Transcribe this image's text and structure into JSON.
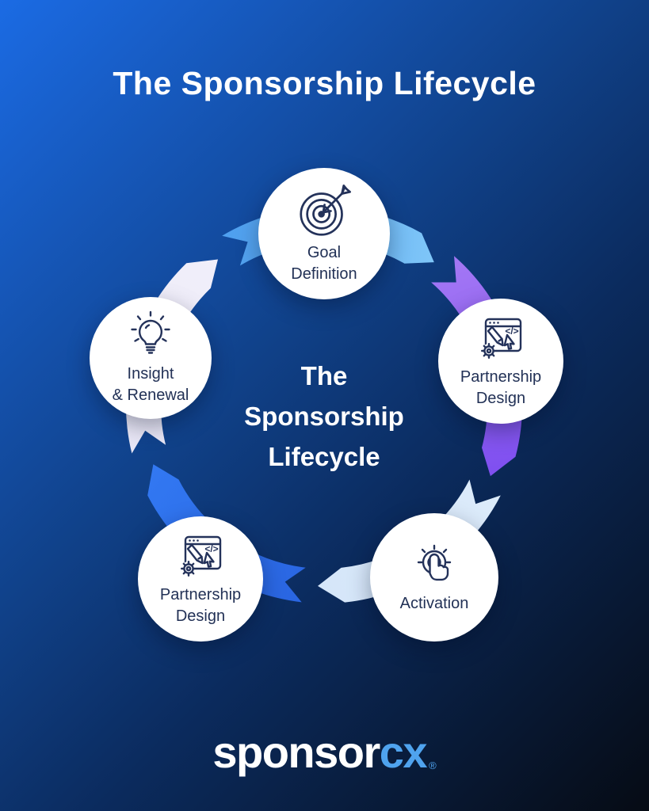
{
  "header": {
    "title": "The Sponsorship Lifecycle"
  },
  "center_label": {
    "line1": "The",
    "line2": "Sponsorship",
    "line3": "Lifecycle"
  },
  "nodes": [
    {
      "id": "goal-definition",
      "label1": "Goal",
      "label2": "Definition",
      "icon": "target-icon"
    },
    {
      "id": "partnership-design",
      "label1": "Partnership",
      "label2": "Design",
      "icon": "web-design-icon"
    },
    {
      "id": "activation",
      "label1": "Activation",
      "label2": "",
      "icon": "tap-icon"
    },
    {
      "id": "partnership-design-2",
      "label1": "Partnership",
      "label2": "Design",
      "icon": "web-design-icon"
    },
    {
      "id": "insight-renewal",
      "label1": "Insight",
      "label2": "& Renewal",
      "icon": "lightbulb-icon"
    }
  ],
  "ring": {
    "segments": [
      {
        "name": "arc-goal-definition",
        "color_start": "#4FA0EF",
        "color_end": "#7FC6F8"
      },
      {
        "name": "arc-partnership-design",
        "color_start": "#A276F4",
        "color_end": "#7F4FF0"
      },
      {
        "name": "arc-activation",
        "color_start": "#DCEBFA",
        "color_end": "#D5E6F9"
      },
      {
        "name": "arc-partnership-design-2",
        "color_start": "#2A66E2",
        "color_end": "#3278F2"
      },
      {
        "name": "arc-insight-renewal",
        "color_start": "#E9E7F6",
        "color_end": "#F1EFFA"
      }
    ]
  },
  "logo": {
    "part1": "sponsor",
    "part2": "cx",
    "trademark": "®"
  },
  "colors": {
    "background_top_left": "#1B6BE4",
    "background_bottom_right": "#060B14",
    "circle_fill": "#FFFFFF",
    "icon_line": "#24325A",
    "node_text": "#223156",
    "title_text": "#FFFFFF",
    "logo_white": "#FFFFFF",
    "logo_blue": "#4FA3EE"
  }
}
